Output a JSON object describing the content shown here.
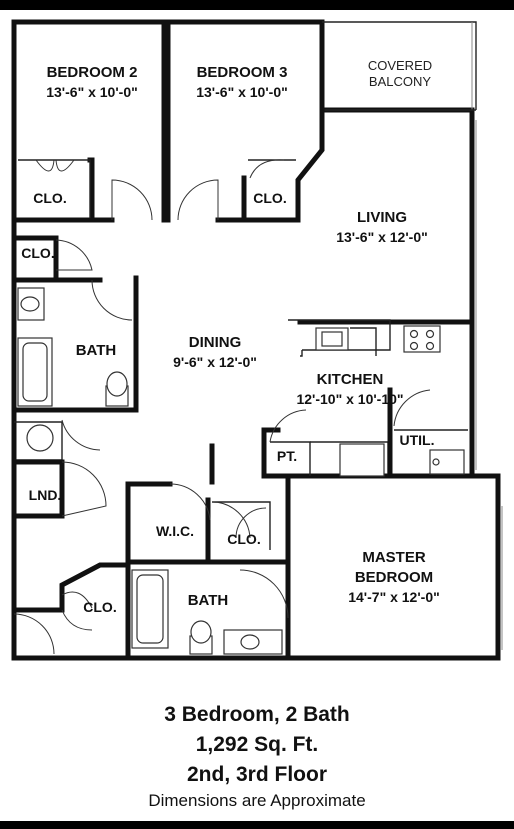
{
  "rooms": {
    "bedroom2": {
      "name": "BEDROOM 2",
      "dims": "13'-6\" x 10'-0\""
    },
    "bedroom3": {
      "name": "BEDROOM 3",
      "dims": "13'-6\" x 10'-0\""
    },
    "balcony": {
      "line1": "COVERED",
      "line2": "BALCONY"
    },
    "living": {
      "name": "LIVING",
      "dims": "13'-6\" x 12'-0\""
    },
    "dining": {
      "name": "DINING",
      "dims": "9'-6\" x 12'-0\""
    },
    "kitchen": {
      "name": "KITCHEN",
      "dims": "12'-10\" x 10'-10\""
    },
    "master": {
      "line1": "MASTER",
      "line2": "BEDROOM",
      "dims": "14'-7\" x 12'-0\""
    },
    "bath1": {
      "name": "BATH"
    },
    "bath2": {
      "name": "BATH"
    },
    "clo_bed2": {
      "name": "CLO."
    },
    "clo_bed3": {
      "name": "CLO."
    },
    "clo_hall": {
      "name": "CLO."
    },
    "clo_master": {
      "name": "CLO."
    },
    "clo_entry": {
      "name": "CLO."
    },
    "wic": {
      "name": "W.I.C."
    },
    "lnd": {
      "name": "LND."
    },
    "pt": {
      "name": "PT."
    },
    "util": {
      "name": "UTIL."
    }
  },
  "info": {
    "line1": "3 Bedroom, 2 Bath",
    "line2": "1,292 Sq. Ft.",
    "line3": "2nd, 3rd Floor",
    "note": "Dimensions are Approximate"
  }
}
